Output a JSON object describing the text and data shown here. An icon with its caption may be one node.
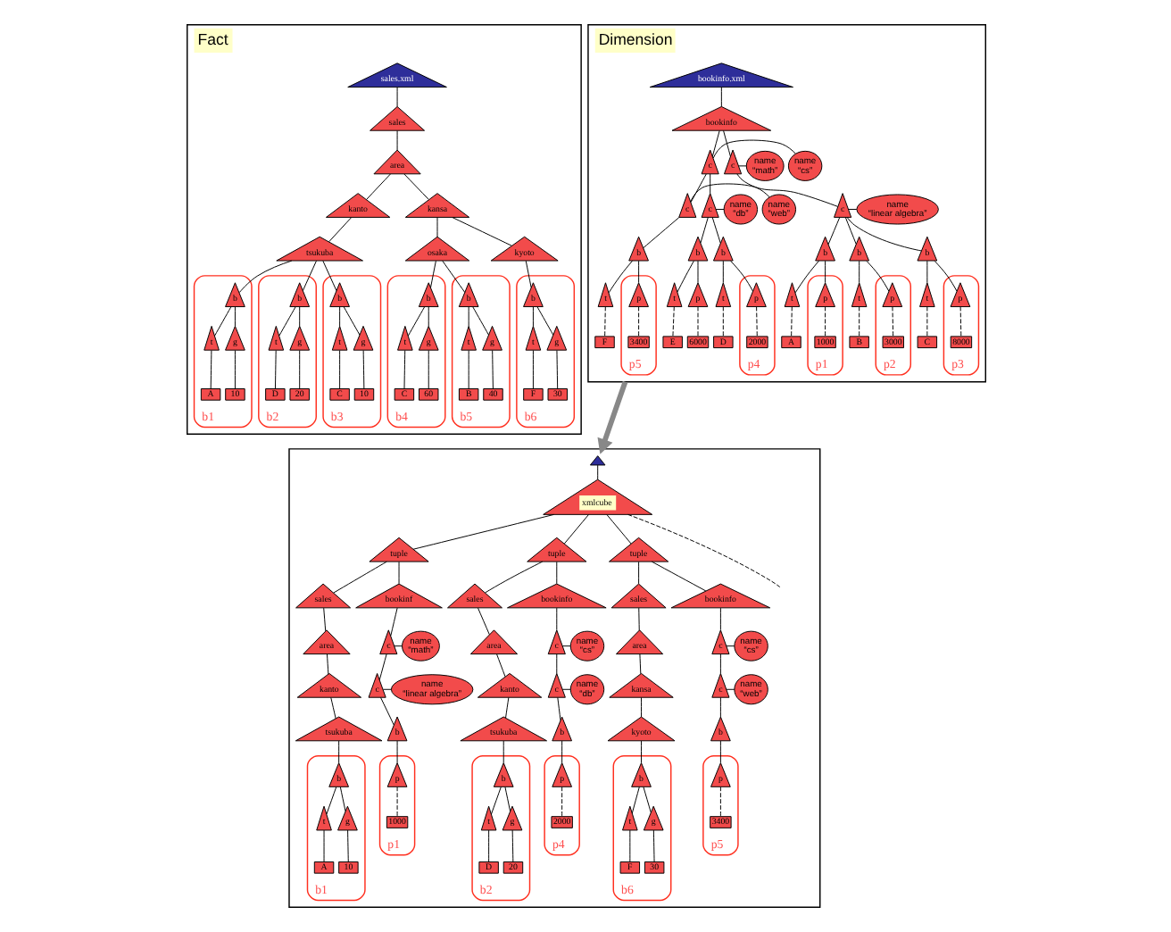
{
  "diagram": {
    "nodes": [
      {
        "text": [
          "Fact"
        ]
      },
      {
        "text": [
          "sales.xml"
        ],
        "in": 0
      },
      {
        "text": [
          "sales"
        ],
        "in": 0
      },
      {
        "text": [
          "area"
        ],
        "in": 0
      },
      {
        "text": [
          "kanto"
        ],
        "in": 0
      },
      {
        "text": [
          "tsukuba"
        ],
        "in": 0
      },
      {
        "text": [
          "b1"
        ],
        "in": 0
      },
      {
        "text": [
          "b"
        ],
        "in": 6
      },
      {
        "text": [
          "t"
        ],
        "in": 6
      },
      {
        "text": [
          "g"
        ],
        "in": 6
      },
      {
        "text": [
          "A"
        ],
        "in": 6
      },
      {
        "text": [
          "10"
        ],
        "in": 6
      },
      {
        "text": [
          "b2"
        ],
        "in": 0
      },
      {
        "text": [
          "b"
        ],
        "in": 12
      },
      {
        "text": [
          "t"
        ],
        "in": 12
      },
      {
        "text": [
          "g"
        ],
        "in": 12
      },
      {
        "text": [
          "D"
        ],
        "in": 12
      },
      {
        "text": [
          "20"
        ],
        "in": 12
      },
      {
        "text": [
          "b3"
        ],
        "in": 0
      },
      {
        "text": [
          "b"
        ],
        "in": 18
      },
      {
        "text": [
          "t"
        ],
        "in": 18
      },
      {
        "text": [
          "g"
        ],
        "in": 18
      },
      {
        "text": [
          "C"
        ],
        "in": 18
      },
      {
        "text": [
          "10"
        ],
        "in": 18
      },
      {
        "text": [
          "kansa"
        ],
        "in": 0
      },
      {
        "text": [
          "osaka"
        ],
        "in": 0
      },
      {
        "text": [
          "b4"
        ],
        "in": 0
      },
      {
        "text": [
          "b"
        ],
        "in": 26
      },
      {
        "text": [
          "t"
        ],
        "in": 26
      },
      {
        "text": [
          "g"
        ],
        "in": 26
      },
      {
        "text": [
          "C"
        ],
        "in": 26
      },
      {
        "text": [
          "60"
        ],
        "in": 26
      },
      {
        "text": [
          "b5"
        ],
        "in": 0
      },
      {
        "text": [
          "b"
        ],
        "in": 32
      },
      {
        "text": [
          "t"
        ],
        "in": 32
      },
      {
        "text": [
          "g"
        ],
        "in": 32
      },
      {
        "text": [
          "B"
        ],
        "in": 32
      },
      {
        "text": [
          "40"
        ],
        "in": 32
      },
      {
        "text": [
          "kyoto"
        ],
        "in": 0
      },
      {
        "text": [
          "b6"
        ],
        "in": 0
      },
      {
        "text": [
          "b"
        ],
        "in": 39
      },
      {
        "text": [
          "t"
        ],
        "in": 39
      },
      {
        "text": [
          "g"
        ],
        "in": 39
      },
      {
        "text": [
          "F"
        ],
        "in": 39
      },
      {
        "text": [
          "30"
        ],
        "in": 39
      },
      {
        "text": [
          "Dimension"
        ]
      },
      {
        "text": [
          "bookinfo.xml"
        ],
        "in": 45
      },
      {
        "text": [
          "bookinfo"
        ],
        "in": 45
      },
      {
        "text": [
          "c"
        ],
        "in": 45
      },
      {
        "text": [
          "name “math”"
        ],
        "in": 45
      },
      {
        "text": [
          "c"
        ],
        "in": 45
      },
      {
        "text": [
          "name “linear algebra”"
        ],
        "in": 45
      },
      {
        "text": [
          "b"
        ],
        "in": 45
      },
      {
        "text": [
          "t"
        ],
        "in": 45
      },
      {
        "text": [
          "A"
        ],
        "in": 45
      },
      {
        "text": [
          "p1"
        ],
        "in": 45
      },
      {
        "text": [
          "p"
        ],
        "in": 55
      },
      {
        "text": [
          "1000"
        ],
        "in": 55
      },
      {
        "text": [
          "b"
        ],
        "in": 45
      },
      {
        "text": [
          "t"
        ],
        "in": 45
      },
      {
        "text": [
          "B"
        ],
        "in": 45
      },
      {
        "text": [
          "p2"
        ],
        "in": 45
      },
      {
        "text": [
          "p"
        ],
        "in": 61
      },
      {
        "text": [
          "3000"
        ],
        "in": 61
      },
      {
        "text": [
          "b"
        ],
        "in": 45
      },
      {
        "text": [
          "t"
        ],
        "in": 45
      },
      {
        "text": [
          "C"
        ],
        "in": 45
      },
      {
        "text": [
          "p3"
        ],
        "in": 45
      },
      {
        "text": [
          "p"
        ],
        "in": 67
      },
      {
        "text": [
          "8000"
        ],
        "in": 67
      },
      {
        "text": [
          "c"
        ],
        "in": 45
      },
      {
        "text": [
          "name “cs”"
        ],
        "in": 45
      },
      {
        "text": [
          "c"
        ],
        "in": 45
      },
      {
        "text": [
          "name “db”"
        ],
        "in": 45
      },
      {
        "text": [
          "b"
        ],
        "in": 45
      },
      {
        "text": [
          "t"
        ],
        "in": 45
      },
      {
        "text": [
          "D"
        ],
        "in": 45
      },
      {
        "text": [
          "p4"
        ],
        "in": 45
      },
      {
        "text": [
          "p"
        ],
        "in": 77
      },
      {
        "text": [
          "2000"
        ],
        "in": 77
      },
      {
        "text": [
          "b"
        ],
        "in": 45
      },
      {
        "text": [
          "t"
        ],
        "in": 45
      },
      {
        "text": [
          "E"
        ],
        "in": 45
      },
      {
        "text": [
          "p"
        ],
        "in": 45
      },
      {
        "text": [
          "6000"
        ],
        "in": 45
      },
      {
        "text": [
          "c"
        ],
        "in": 45
      },
      {
        "text": [
          "name “web”"
        ],
        "in": 45
      },
      {
        "text": [
          "b"
        ],
        "in": 45
      },
      {
        "text": [
          "t"
        ],
        "in": 45
      },
      {
        "text": [
          "F"
        ],
        "in": 45
      },
      {
        "text": [
          "p5"
        ],
        "in": 45
      },
      {
        "text": [
          "p"
        ],
        "in": 90
      },
      {
        "text": [
          "3400"
        ],
        "in": 90
      },
      {
        "text": [],
        "shape": "box"
      },
      {
        "text": [],
        "shape": "triangle",
        "in": 93
      },
      {
        "text": [
          "xmlcube"
        ],
        "in": 93
      },
      {
        "text": [
          "tuple"
        ],
        "in": 93
      },
      {
        "text": [
          "sales"
        ],
        "in": 93
      },
      {
        "text": [
          "area"
        ],
        "in": 93
      },
      {
        "text": [
          "kanto"
        ],
        "in": 93
      },
      {
        "text": [
          "tsukuba"
        ],
        "in": 93
      },
      {
        "text": [
          "b1"
        ],
        "in": 93
      },
      {
        "text": [
          "b"
        ],
        "in": 101
      },
      {
        "text": [
          "t"
        ],
        "in": 101
      },
      {
        "text": [
          "g"
        ],
        "in": 101
      },
      {
        "text": [
          "A"
        ],
        "in": 101
      },
      {
        "text": [
          "10"
        ],
        "in": 101
      },
      {
        "text": [
          "bookinf"
        ],
        "in": 93
      },
      {
        "text": [
          "c"
        ],
        "in": 93
      },
      {
        "text": [
          "name “math”"
        ],
        "in": 93
      },
      {
        "text": [
          "c"
        ],
        "in": 93
      },
      {
        "text": [
          "name “linear algebra”"
        ],
        "in": 93
      },
      {
        "text": [
          "b"
        ],
        "in": 93
      },
      {
        "text": [
          "p1"
        ],
        "in": 93
      },
      {
        "text": [
          "p"
        ],
        "in": 113
      },
      {
        "text": [
          "1000"
        ],
        "in": 113
      },
      {
        "text": [
          "tuple"
        ],
        "in": 93
      },
      {
        "text": [
          "sales"
        ],
        "in": 93
      },
      {
        "text": [
          "area"
        ],
        "in": 93
      },
      {
        "text": [
          "kanto"
        ],
        "in": 93
      },
      {
        "text": [
          "tsukuba"
        ],
        "in": 93
      },
      {
        "text": [
          "b2"
        ],
        "in": 93
      },
      {
        "text": [
          "b"
        ],
        "in": 121
      },
      {
        "text": [
          "t"
        ],
        "in": 121
      },
      {
        "text": [
          "g"
        ],
        "in": 121
      },
      {
        "text": [
          "D"
        ],
        "in": 121
      },
      {
        "text": [
          "20"
        ],
        "in": 121
      },
      {
        "text": [
          "bookinfo"
        ],
        "in": 93
      },
      {
        "text": [
          "c"
        ],
        "in": 93
      },
      {
        "text": [
          "name “cs”"
        ],
        "in": 93
      },
      {
        "text": [
          "c"
        ],
        "in": 93
      },
      {
        "text": [
          "name “db”"
        ],
        "in": 93
      },
      {
        "text": [
          "b"
        ],
        "in": 93
      },
      {
        "text": [
          "p4"
        ],
        "in": 93
      },
      {
        "text": [
          "p"
        ],
        "in": 133
      },
      {
        "text": [
          "2000"
        ],
        "in": 133
      },
      {
        "text": [
          "tuple"
        ],
        "in": 93
      },
      {
        "text": [
          "sales"
        ],
        "in": 93
      },
      {
        "text": [
          "area"
        ],
        "in": 93
      },
      {
        "text": [
          "kansa"
        ],
        "in": 93
      },
      {
        "text": [
          "kyoto"
        ],
        "in": 93
      },
      {
        "text": [
          "b6"
        ],
        "in": 93
      },
      {
        "text": [
          "b"
        ],
        "in": 141
      },
      {
        "text": [
          "t"
        ],
        "in": 141
      },
      {
        "text": [
          "g"
        ],
        "in": 141
      },
      {
        "text": [
          "F"
        ],
        "in": 141
      },
      {
        "text": [
          "30"
        ],
        "in": 141
      },
      {
        "text": [
          "bookinfo"
        ],
        "in": 93
      },
      {
        "text": [
          "c"
        ],
        "in": 93
      },
      {
        "text": [
          "name “cs”"
        ],
        "in": 93
      },
      {
        "text": [
          "c"
        ],
        "in": 93
      },
      {
        "text": [
          "name “web”"
        ],
        "in": 93
      },
      {
        "text": [
          "b"
        ],
        "in": 93
      },
      {
        "text": [
          "p5"
        ],
        "in": 93
      },
      {
        "text": [
          "p"
        ],
        "in": 153
      },
      {
        "text": [
          "3400"
        ],
        "in": 153
      }
    ],
    "edges": [
      {
        "from": 1,
        "to": 2,
        "arrow": "none"
      },
      {
        "from": 2,
        "to": 3,
        "arrow": "none"
      },
      {
        "from": 3,
        "to": 4,
        "arrow": "none"
      },
      {
        "from": 3,
        "to": 24,
        "arrow": "none"
      },
      {
        "from": 4,
        "to": 5,
        "arrow": "none"
      },
      {
        "from": 5,
        "to": 7,
        "arrow": "none"
      },
      {
        "from": 5,
        "to": 13,
        "arrow": "none"
      },
      {
        "from": 5,
        "to": 19,
        "arrow": "none"
      },
      {
        "from": 7,
        "to": 8,
        "arrow": "none"
      },
      {
        "from": 7,
        "to": 9,
        "arrow": "none"
      },
      {
        "from": 8,
        "to": 10,
        "arrow": "none"
      },
      {
        "from": 9,
        "to": 11,
        "arrow": "none"
      },
      {
        "from": 13,
        "to": 14,
        "arrow": "none"
      },
      {
        "from": 13,
        "to": 15,
        "arrow": "none"
      },
      {
        "from": 14,
        "to": 16,
        "arrow": "none"
      },
      {
        "from": 15,
        "to": 17,
        "arrow": "none"
      },
      {
        "from": 19,
        "to": 20,
        "arrow": "none"
      },
      {
        "from": 19,
        "to": 21,
        "arrow": "none"
      },
      {
        "from": 20,
        "to": 22,
        "arrow": "none"
      },
      {
        "from": 21,
        "to": 23,
        "arrow": "none"
      },
      {
        "from": 24,
        "to": 25,
        "arrow": "none"
      },
      {
        "from": 24,
        "to": 38,
        "arrow": "none"
      },
      {
        "from": 25,
        "to": 27,
        "arrow": "none"
      },
      {
        "from": 25,
        "to": 33,
        "arrow": "none"
      },
      {
        "from": 27,
        "to": 28,
        "arrow": "none"
      },
      {
        "from": 27,
        "to": 29,
        "arrow": "none"
      },
      {
        "from": 28,
        "to": 30,
        "arrow": "none"
      },
      {
        "from": 29,
        "to": 31,
        "arrow": "none"
      },
      {
        "from": 33,
        "to": 34,
        "arrow": "none"
      },
      {
        "from": 33,
        "to": 35,
        "arrow": "none"
      },
      {
        "from": 34,
        "to": 36,
        "arrow": "none"
      },
      {
        "from": 35,
        "to": 37,
        "arrow": "none"
      },
      {
        "from": 38,
        "to": 40,
        "arrow": "none"
      },
      {
        "from": 40,
        "to": 41,
        "arrow": "none"
      },
      {
        "from": 40,
        "to": 42,
        "arrow": "none"
      },
      {
        "from": 41,
        "to": 43,
        "arrow": "none"
      },
      {
        "from": 42,
        "to": 44,
        "arrow": "none"
      },
      {
        "from": 46,
        "to": 47,
        "arrow": "none"
      },
      {
        "from": 47,
        "to": 48,
        "arrow": "none"
      },
      {
        "from": 47,
        "to": 70,
        "arrow": "none"
      },
      {
        "from": 48,
        "to": 49,
        "arrow": "none"
      },
      {
        "from": 48,
        "to": 50,
        "arrow": "none"
      },
      {
        "from": 50,
        "to": 51,
        "arrow": "none"
      },
      {
        "from": 50,
        "to": 52,
        "arrow": "none"
      },
      {
        "from": 50,
        "to": 58,
        "arrow": "none"
      },
      {
        "from": 50,
        "to": 64,
        "arrow": "none"
      },
      {
        "from": 52,
        "to": 53,
        "arrow": "none"
      },
      {
        "from": 52,
        "to": 56,
        "arrow": "none"
      },
      {
        "from": 53,
        "to": 54,
        "arrow": "none",
        "style": "dashed"
      },
      {
        "from": 56,
        "to": 57,
        "arrow": "none",
        "style": "dashed"
      },
      {
        "from": 58,
        "to": 59,
        "arrow": "none"
      },
      {
        "from": 58,
        "to": 62,
        "arrow": "none"
      },
      {
        "from": 59,
        "to": 60,
        "arrow": "none",
        "style": "dashed"
      },
      {
        "from": 62,
        "to": 63,
        "arrow": "none",
        "style": "dashed"
      },
      {
        "from": 64,
        "to": 65,
        "arrow": "none"
      },
      {
        "from": 64,
        "to": 68,
        "arrow": "none"
      },
      {
        "from": 65,
        "to": 66,
        "arrow": "none",
        "style": "dashed"
      },
      {
        "from": 68,
        "to": 69,
        "arrow": "none",
        "style": "dashed"
      },
      {
        "from": 70,
        "to": 71,
        "arrow": "none"
      },
      {
        "from": 70,
        "to": 72,
        "arrow": "none"
      },
      {
        "from": 70,
        "to": 85,
        "arrow": "none"
      },
      {
        "from": 72,
        "to": 73,
        "arrow": "none"
      },
      {
        "from": 72,
        "to": 74,
        "arrow": "none"
      },
      {
        "from": 72,
        "to": 80,
        "arrow": "none"
      },
      {
        "from": 74,
        "to": 75,
        "arrow": "none"
      },
      {
        "from": 74,
        "to": 78,
        "arrow": "none"
      },
      {
        "from": 75,
        "to": 76,
        "arrow": "none",
        "style": "dashed"
      },
      {
        "from": 78,
        "to": 79,
        "arrow": "none",
        "style": "dashed"
      },
      {
        "from": 80,
        "to": 81,
        "arrow": "none"
      },
      {
        "from": 80,
        "to": 83,
        "arrow": "none"
      },
      {
        "from": 81,
        "to": 82,
        "arrow": "none",
        "style": "dashed"
      },
      {
        "from": 83,
        "to": 84,
        "arrow": "none",
        "style": "dashed"
      },
      {
        "from": 85,
        "to": 86,
        "arrow": "none"
      },
      {
        "from": 85,
        "to": 87,
        "arrow": "none"
      },
      {
        "from": 87,
        "to": 88,
        "arrow": "none"
      },
      {
        "from": 87,
        "to": 91,
        "arrow": "none"
      },
      {
        "from": 88,
        "to": 89,
        "arrow": "none",
        "style": "dashed"
      },
      {
        "from": 91,
        "to": 92,
        "arrow": "none",
        "style": "dashed"
      },
      {
        "from": 45,
        "to": 93,
        "arrow": "to",
        "style": "thick",
        "color": "#888888"
      },
      {
        "from": 94,
        "to": 95,
        "arrow": "none"
      },
      {
        "from": 95,
        "to": 96,
        "arrow": "none"
      },
      {
        "from": 95,
        "to": 116,
        "arrow": "none"
      },
      {
        "from": 95,
        "to": null,
        "arrow": "none",
        "style": "dashed"
      },
      {
        "from": 95,
        "to": 136,
        "arrow": "none"
      },
      {
        "from": 96,
        "to": 97,
        "arrow": "none"
      },
      {
        "from": 97,
        "to": 98,
        "arrow": "none"
      },
      {
        "from": 98,
        "to": 99,
        "arrow": "none"
      },
      {
        "from": 99,
        "to": 100,
        "arrow": "none"
      },
      {
        "from": 100,
        "to": 102,
        "arrow": "none"
      },
      {
        "from": 102,
        "to": 103,
        "arrow": "none"
      },
      {
        "from": 102,
        "to": 104,
        "arrow": "none"
      },
      {
        "from": 103,
        "to": 105,
        "arrow": "none"
      },
      {
        "from": 104,
        "to": 106,
        "arrow": "none"
      },
      {
        "from": 96,
        "to": 107,
        "arrow": "none"
      },
      {
        "from": 107,
        "to": 108,
        "arrow": "none"
      },
      {
        "from": 108,
        "to": 109,
        "arrow": "none"
      },
      {
        "from": 108,
        "to": 110,
        "arrow": "none"
      },
      {
        "from": 110,
        "to": 111,
        "arrow": "none"
      },
      {
        "from": 110,
        "to": 112,
        "arrow": "none"
      },
      {
        "from": 112,
        "to": 114,
        "arrow": "none"
      },
      {
        "from": 114,
        "to": 115,
        "arrow": "none",
        "style": "dashed"
      },
      {
        "from": 116,
        "to": 117,
        "arrow": "none"
      },
      {
        "from": 117,
        "to": 118,
        "arrow": "none"
      },
      {
        "from": 118,
        "to": 119,
        "arrow": "none"
      },
      {
        "from": 119,
        "to": 120,
        "arrow": "none"
      },
      {
        "from": 120,
        "to": 122,
        "arrow": "none"
      },
      {
        "from": 122,
        "to": 123,
        "arrow": "none"
      },
      {
        "from": 122,
        "to": 124,
        "arrow": "none"
      },
      {
        "from": 123,
        "to": 125,
        "arrow": "none"
      },
      {
        "from": 124,
        "to": 126,
        "arrow": "none"
      },
      {
        "from": 116,
        "to": 127,
        "arrow": "none"
      },
      {
        "from": 127,
        "to": 128,
        "arrow": "none"
      },
      {
        "from": 128,
        "to": 129,
        "arrow": "none"
      },
      {
        "from": 128,
        "to": 130,
        "arrow": "none"
      },
      {
        "from": 130,
        "to": 131,
        "arrow": "none"
      },
      {
        "from": 130,
        "to": 132,
        "arrow": "none"
      },
      {
        "from": 132,
        "to": 134,
        "arrow": "none"
      },
      {
        "from": 134,
        "to": 135,
        "arrow": "none",
        "style": "dashed"
      },
      {
        "from": 136,
        "to": 137,
        "arrow": "none"
      },
      {
        "from": 137,
        "to": 138,
        "arrow": "none"
      },
      {
        "from": 138,
        "to": 139,
        "arrow": "none"
      },
      {
        "from": 139,
        "to": 140,
        "arrow": "none"
      },
      {
        "from": 140,
        "to": 142,
        "arrow": "none"
      },
      {
        "from": 142,
        "to": 143,
        "arrow": "none"
      },
      {
        "from": 142,
        "to": 144,
        "arrow": "none"
      },
      {
        "from": 143,
        "to": 145,
        "arrow": "none"
      },
      {
        "from": 144,
        "to": 146,
        "arrow": "none"
      },
      {
        "from": 136,
        "to": 147,
        "arrow": "none"
      },
      {
        "from": 147,
        "to": 148,
        "arrow": "none"
      },
      {
        "from": 148,
        "to": 149,
        "arrow": "none"
      },
      {
        "from": 148,
        "to": 150,
        "arrow": "none"
      },
      {
        "from": 150,
        "to": 151,
        "arrow": "none"
      },
      {
        "from": 150,
        "to": 152,
        "arrow": "none"
      },
      {
        "from": 152,
        "to": 154,
        "arrow": "none"
      },
      {
        "from": 154,
        "to": 155,
        "arrow": "none",
        "style": "dashed"
      }
    ]
  }
}
